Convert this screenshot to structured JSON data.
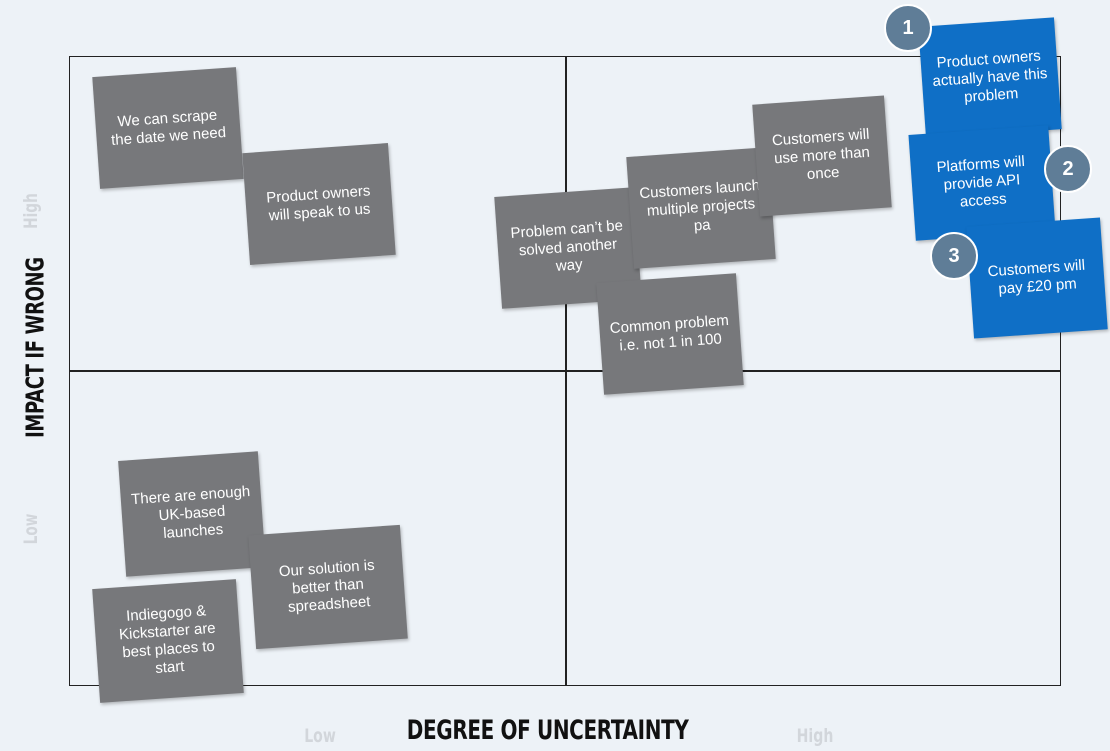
{
  "axes": {
    "x_title": "DEGREE OF UNCERTAINTY",
    "x_low": "Low",
    "x_high": "High",
    "y_title": "IMPACT IF WRONG",
    "y_high": "High",
    "y_low": "Low"
  },
  "colors": {
    "background": "#edf2f7",
    "note_grey": "#77787b",
    "note_blue": "#0f6fc6",
    "badge": "#5f7d97",
    "axis_tick": "#d2d6db"
  },
  "notes": [
    {
      "text": "We can scrape the date we need",
      "color": "grey"
    },
    {
      "text": "Product owners will speak to us",
      "color": "grey"
    },
    {
      "text": "Problem can’t be solved another way",
      "color": "grey"
    },
    {
      "text": "Customers launch multiple projects pa",
      "color": "grey"
    },
    {
      "text": "Customers will use more than once",
      "color": "grey"
    },
    {
      "text": "Common problem i.e. not 1 in 100",
      "color": "grey"
    },
    {
      "text": "Product owners actually have this problem",
      "color": "blue"
    },
    {
      "text": "Platforms will provide API access",
      "color": "blue"
    },
    {
      "text": "Customers will pay £20 pm",
      "color": "blue"
    },
    {
      "text": "There are enough UK-based launches",
      "color": "grey"
    },
    {
      "text": "Our solution is better than spreadsheet",
      "color": "grey"
    },
    {
      "text": "Indiegogo & Kickstarter are best places to start",
      "color": "grey"
    }
  ],
  "badges": [
    "1",
    "2",
    "3"
  ]
}
